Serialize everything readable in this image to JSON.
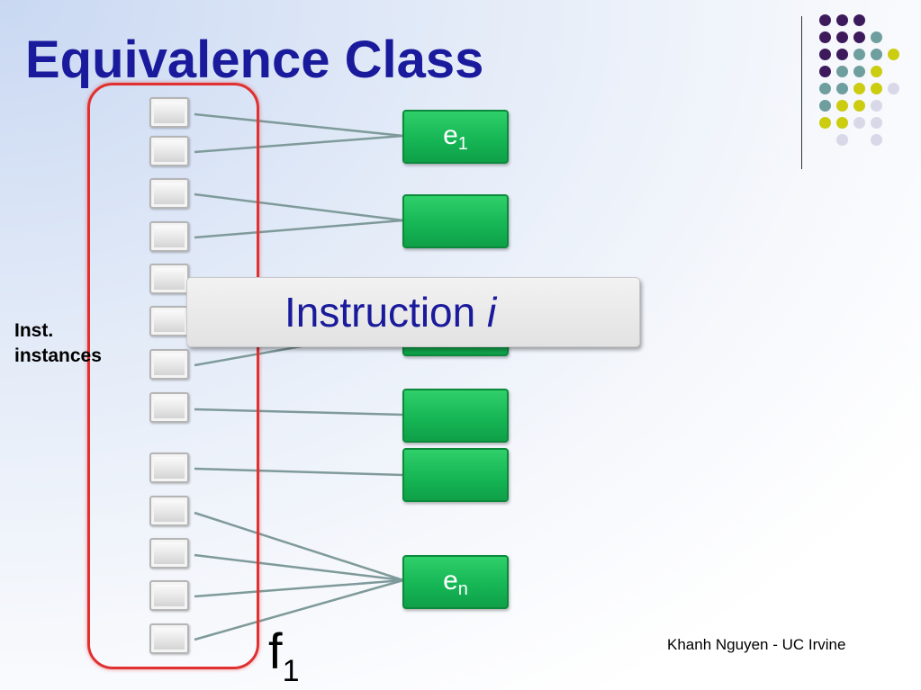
{
  "slide": {
    "title": "Equivalence Class",
    "instances_label_line1": "Inst.",
    "instances_label_line2": "instances",
    "group_label_base": "f",
    "group_label_sub": "1",
    "callout_text": "Instruction",
    "callout_var": "i",
    "footer": "Khanh Nguyen - UC Irvine"
  },
  "classes": {
    "first_base": "e",
    "first_sub": "1",
    "last_base": "e",
    "last_sub": "n"
  },
  "colors": {
    "title": "#1a1a9c",
    "group_border": "#e03030",
    "class_fill": "#15b454",
    "connector": "#7f9a9a",
    "dot_purple": "#3d1a5c",
    "dot_teal": "#6f9e9e",
    "dot_yellow": "#cccc10",
    "dot_lavender": "#d8d8e8"
  }
}
